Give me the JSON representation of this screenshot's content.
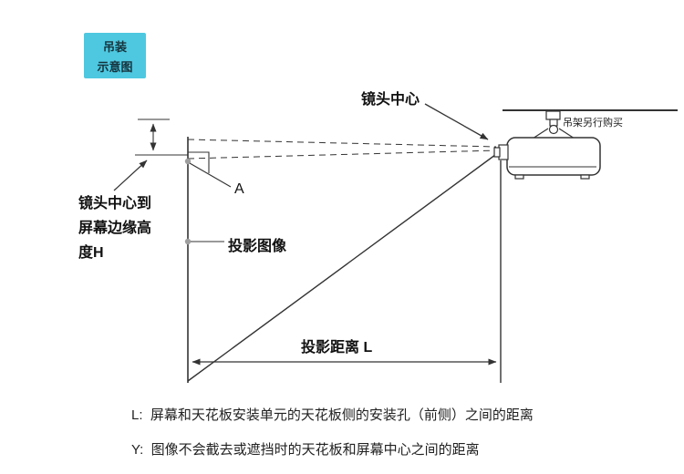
{
  "badge": {
    "line1": "吊装",
    "line2": "示意图"
  },
  "labels": {
    "lens_center": "镜头中心",
    "bracket_note": "吊架另行购买",
    "height_line1": "镜头中心到",
    "height_line2": "屏幕边缘高",
    "height_line3": "度H",
    "offset_a": "A",
    "projected_image": "投影图像",
    "projection_distance": "投影距离 L"
  },
  "legend": {
    "line_l": "L:  屏幕和天花板安装单元的天花板侧的安装孔（前侧）之间的距离",
    "line_y": "Y:  图像不会截去或遮挡时的天花板和屏幕中心之间的距离"
  },
  "colors": {
    "badge_bg": "#4EC8E0",
    "line": "#333333",
    "dot": "#9e9e9e"
  }
}
